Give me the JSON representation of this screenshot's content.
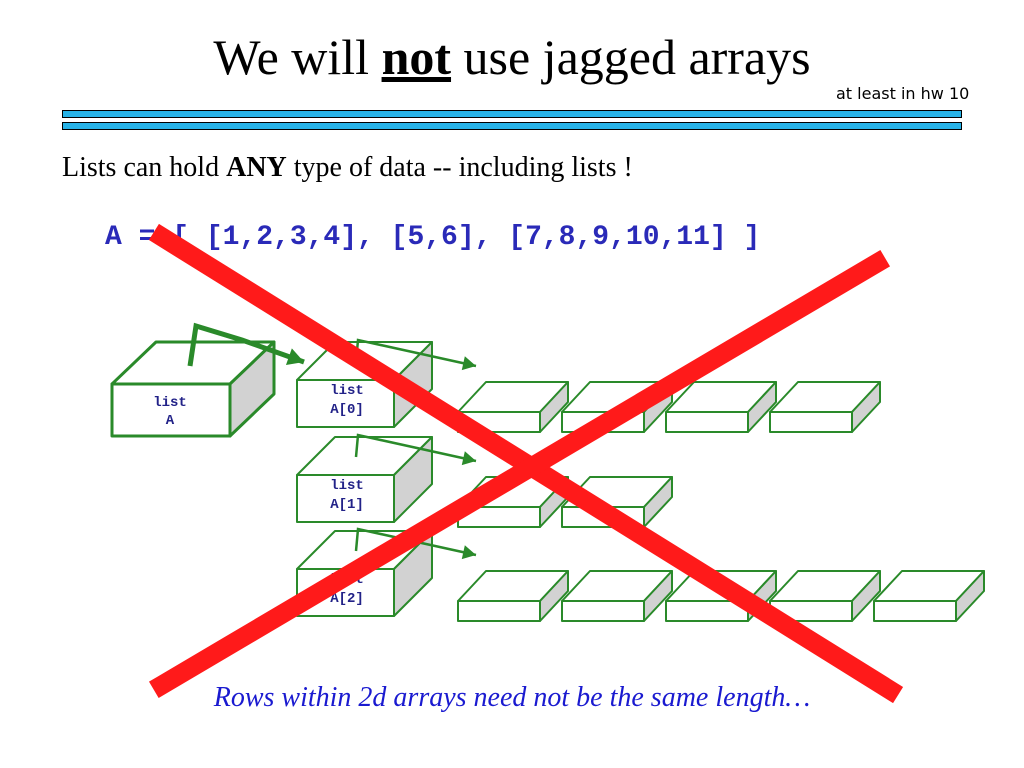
{
  "slide": {
    "title_pre": "We will",
    "title_emph": "not",
    "title_post": "use jagged arrays",
    "subnote": "at least in hw 10",
    "intro_pre": "Lists can hold",
    "intro_emph": "ANY",
    "intro_post": "type of data -- including lists !",
    "code": "A = [ [1,2,3,4], [5,6], [7,8,9,10,11] ]",
    "caption": "Rows within 2d arrays need not be the same length…"
  },
  "diagram": {
    "outer": {
      "line1": "list",
      "line2": "A"
    },
    "rows": [
      {
        "line1": "list",
        "line2": "A[0]",
        "cells": 4
      },
      {
        "line1": "list",
        "line2": "A[1]",
        "cells": 2
      },
      {
        "line1": "list",
        "line2": "A[2]",
        "cells": 5
      }
    ]
  },
  "colors": {
    "box_green": "#2a8a2a",
    "box_side": "#d2d2d2",
    "cross_red": "#ff1a1a",
    "rule_blue": "#27b3e8",
    "code_blue": "#2a2ab8",
    "caption_blue": "#1a1ad0"
  }
}
